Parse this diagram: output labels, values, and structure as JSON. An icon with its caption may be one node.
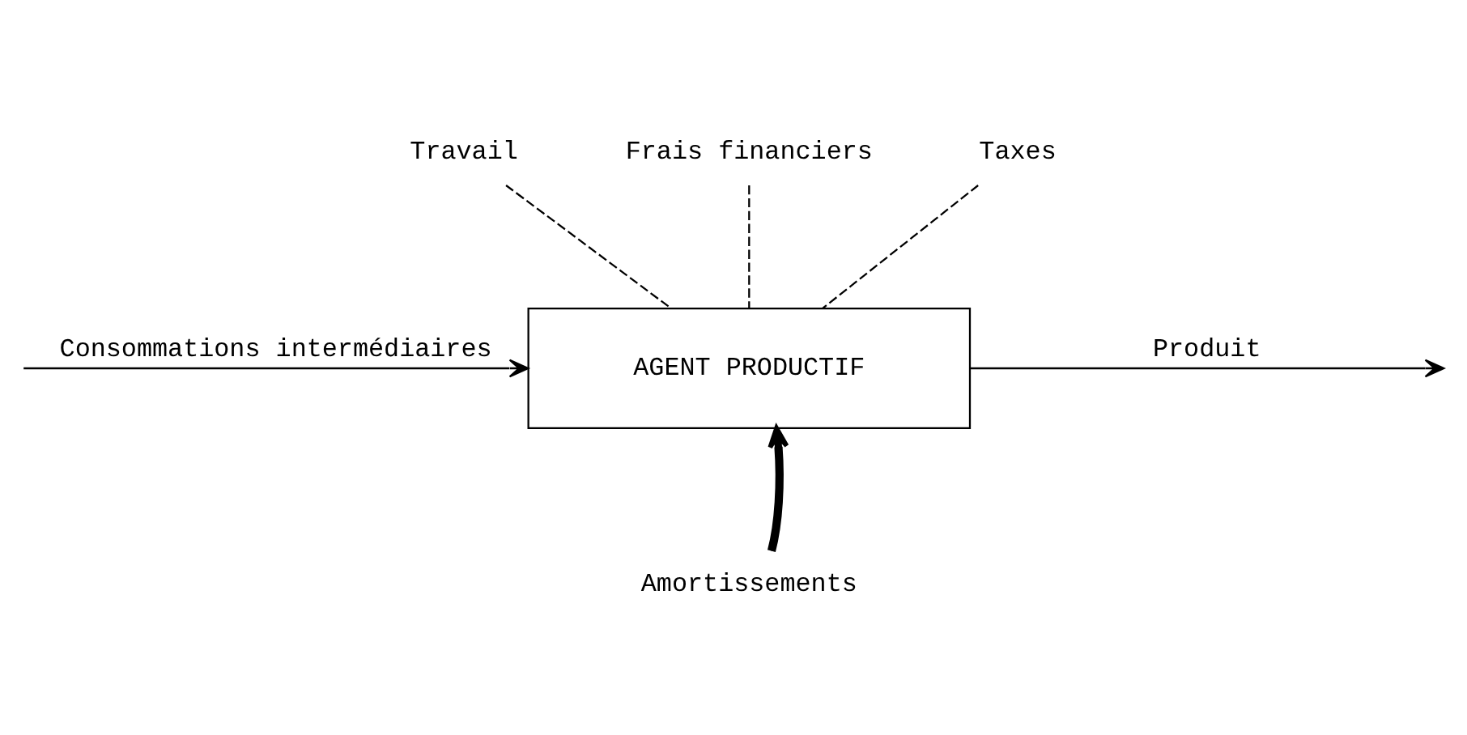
{
  "diagram": {
    "nodes": [
      {
        "text": [
          "Travail"
        ]
      },
      {
        "text": [
          "Frais financiers"
        ]
      },
      {
        "text": [
          "Taxes"
        ]
      },
      {
        "text": [
          "AGENT PRODUCTIF"
        ]
      },
      {
        "text": [
          "Amortissements"
        ]
      }
    ],
    "edges": [
      {
        "from": 0,
        "to": 3,
        "arrow": "none",
        "style": "dashed"
      },
      {
        "from": 1,
        "to": 3,
        "arrow": "none",
        "style": "dashed"
      },
      {
        "from": 2,
        "to": 3,
        "arrow": "none",
        "style": "dashed"
      },
      {
        "from": null,
        "to": 3,
        "arrow": "to",
        "label": "Consommations intermédiaires"
      },
      {
        "from": 3,
        "to": null,
        "arrow": "to",
        "label": "Produit"
      },
      {
        "from": 4,
        "to": 3,
        "arrow": "to",
        "style": "thick"
      }
    ]
  }
}
